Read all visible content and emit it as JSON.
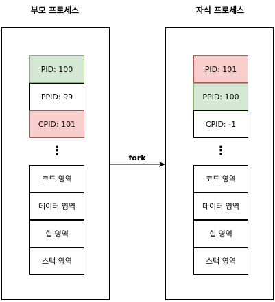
{
  "parent": {
    "title": "부모 프로세스",
    "pid": "PID: 100",
    "ppid": "PPID: 99",
    "cpid": "CPID: 101",
    "dots": "⋮",
    "code": "코드 영역",
    "data": "데이터 영역",
    "heap": "힙 영역",
    "stack": "스택 영역"
  },
  "child": {
    "title": "자식 프로세스",
    "pid": "PID: 101",
    "ppid": "PPID: 100",
    "cpid": "CPID: -1",
    "dots": "⋮",
    "code": "코드 영역",
    "data": "데이터 영역",
    "heap": "힙 영역",
    "stack": "스택 영역"
  },
  "arrow": {
    "label": "fork"
  },
  "colors": {
    "green_fill": "#d5e8d4",
    "green_stroke": "#82b366",
    "red_fill": "#f8cecc",
    "red_stroke": "#b85450"
  }
}
